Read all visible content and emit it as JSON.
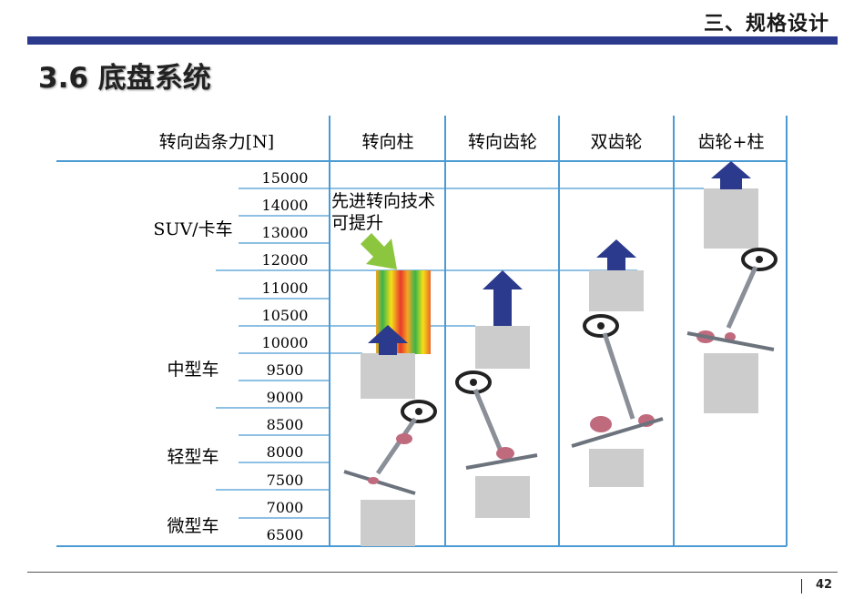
{
  "header": {
    "section": "三、规格设计",
    "title": "3.6 底盘系统"
  },
  "table": {
    "columns": [
      "转向齿条力[N]",
      "转向柱",
      "转向齿轮",
      "双齿轮",
      "齿轮+柱"
    ],
    "force_ticks": [
      "15000",
      "14000",
      "13000",
      "12000",
      "11000",
      "10500",
      "10000",
      "9500",
      "9000",
      "8500",
      "8000",
      "7500",
      "7000",
      "6500"
    ],
    "categories": [
      "SUV/卡车",
      "中型车",
      "轻型车",
      "微型车"
    ],
    "annotation": [
      "先进转向技术",
      "可提升"
    ],
    "colors": {
      "line": "#4a9ad4",
      "arrow": "#2b3a8c",
      "box": "#cccccc",
      "note_arrow": "#8cc63f"
    }
  },
  "footer": {
    "page_number": "42"
  }
}
